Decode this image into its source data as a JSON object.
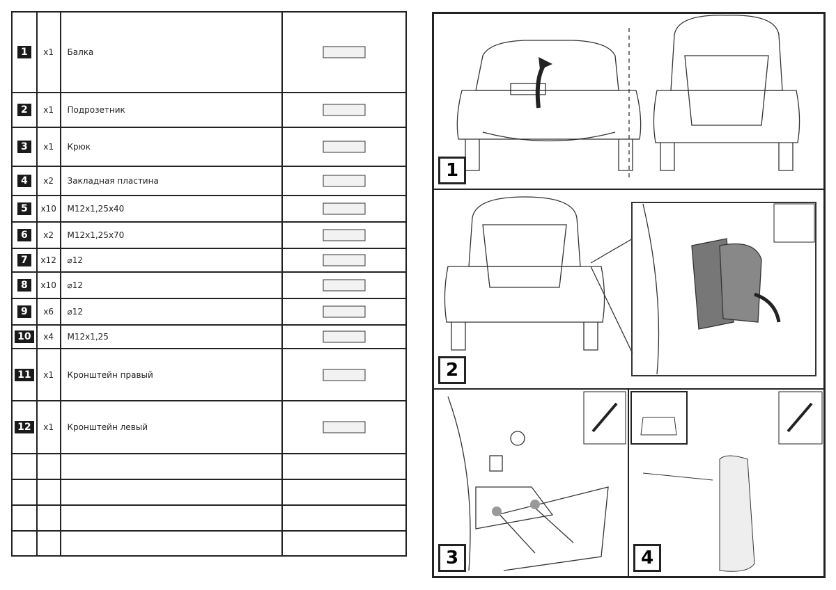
{
  "parts": [
    {
      "num": "1",
      "qty": "x1",
      "name": "Балка",
      "icon": "tow-bar-beam"
    },
    {
      "num": "2",
      "qty": "x1",
      "name": "Подрозетник",
      "icon": "socket-bracket"
    },
    {
      "num": "3",
      "qty": "x1",
      "name": "Крюк",
      "icon": "tow-ball-hook"
    },
    {
      "num": "4",
      "qty": "x2",
      "name": "Закладная пластина",
      "icon": "mounting-plate"
    },
    {
      "num": "5",
      "qty": "x10",
      "name": "M12x1,25x40",
      "icon": "bolt"
    },
    {
      "num": "6",
      "qty": "x2",
      "name": "M12x1,25x70",
      "icon": "long-bolt"
    },
    {
      "num": "7",
      "qty": "x12",
      "name": "⌀12",
      "icon": "spring-washer"
    },
    {
      "num": "8",
      "qty": "x10",
      "name": "⌀12",
      "icon": "flat-washer"
    },
    {
      "num": "9",
      "qty": "x6",
      "name": "⌀12",
      "icon": "wide-washer"
    },
    {
      "num": "10",
      "qty": "x4",
      "name": "M12x1,25",
      "icon": "nut"
    },
    {
      "num": "11",
      "qty": "x1",
      "name": "Кронштейн правый",
      "icon": "right-bracket"
    },
    {
      "num": "12",
      "qty": "x1",
      "name": "Кронштейн левый",
      "icon": "left-bracket"
    }
  ],
  "steps": {
    "s1": "1",
    "s2": "2",
    "s3": "3",
    "s4": "4"
  }
}
